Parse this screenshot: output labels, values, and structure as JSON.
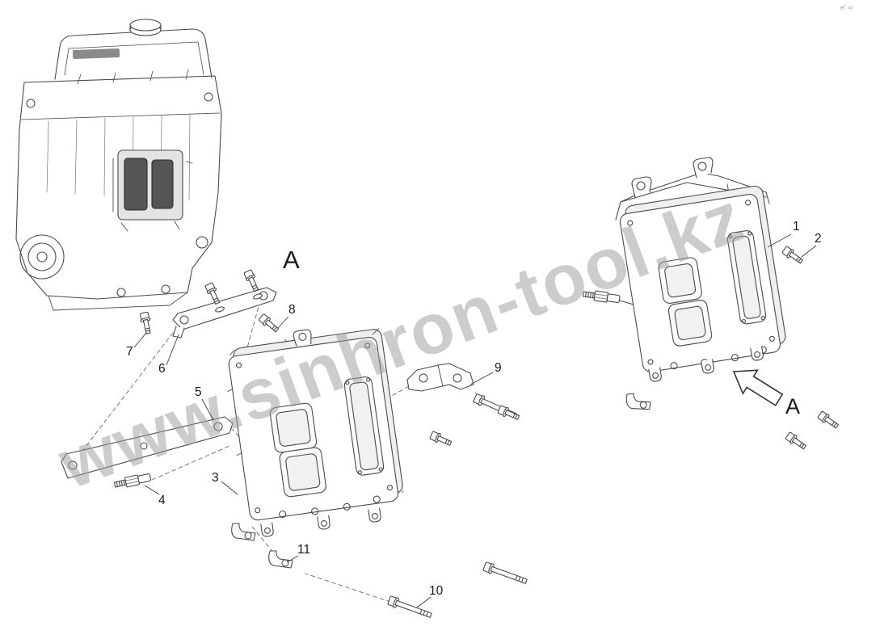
{
  "diagram": {
    "watermark": {
      "text": "www.sinhron-tool.kz",
      "color": "#9b9b9b",
      "opacity": "0.5"
    },
    "corner_mark": "e˚ ∞",
    "view_label": "A",
    "arrow_label": "A",
    "callouts": [
      {
        "id": "1"
      },
      {
        "id": "2"
      },
      {
        "id": "3"
      },
      {
        "id": "4"
      },
      {
        "id": "5"
      },
      {
        "id": "6"
      },
      {
        "id": "7"
      },
      {
        "id": "8"
      },
      {
        "id": "9"
      },
      {
        "id": "10"
      },
      {
        "id": "11"
      }
    ],
    "colors": {
      "line": "#4a4a4a",
      "connector_fill": "#555555",
      "background": "#ffffff"
    }
  }
}
